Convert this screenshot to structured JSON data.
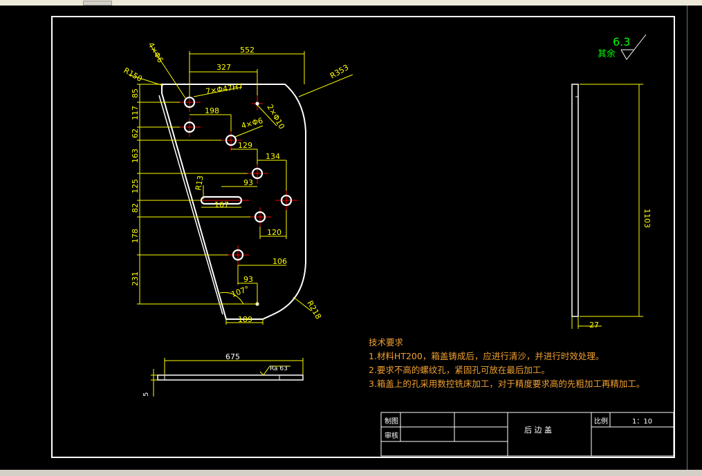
{
  "drawing": {
    "roughness": {
      "value": "6.3",
      "label": "其余"
    },
    "dimensions": {
      "overall_width": "552",
      "d327": "327",
      "r353": "R353",
      "r150": "R150",
      "holes_4x6": "4×Φ6",
      "holes_7x47": "7×Φ47H7",
      "hole_2x10": "2×Φ10",
      "holes_4x6b": "4×Φ6",
      "d198": "198",
      "d129": "129",
      "d134": "134",
      "d93a": "93",
      "r13": "R13",
      "d167": "167",
      "d120": "120",
      "d106": "106",
      "d93b": "93",
      "angle": "107°",
      "d189": "189",
      "r218": "R218",
      "v85": "85",
      "v117": "117",
      "v62": "62",
      "v163": "163",
      "v125": "125",
      "v82": "82",
      "v178": "178",
      "v231": "231",
      "height_1103": "1103",
      "thickness_27": "27",
      "length_675": "675",
      "side_5": "5",
      "ra": "Ra 63"
    },
    "tech_requirements": {
      "title": "技术要求",
      "items": [
        "1.材料HT200，箱盖铸成后，应进行清沙，并进行时效处理。",
        "2.要求不高的螺纹孔，紧固孔可放在最后加工。",
        "3.箱盖上的孔采用数控铣床加工，对于精度要求高的先粗加工再精加工。"
      ]
    },
    "title_block": {
      "drawn_label": "制图",
      "checked_label": "审核",
      "part_name": "后  边  盖",
      "scale_label": "比例",
      "scale_value": "1：10"
    }
  },
  "colors": {
    "frame": "#ffffff",
    "dimension": "#ffff00",
    "centerline": "#ff0000",
    "roughness": "#00ff00",
    "notes": "#f0a030"
  }
}
